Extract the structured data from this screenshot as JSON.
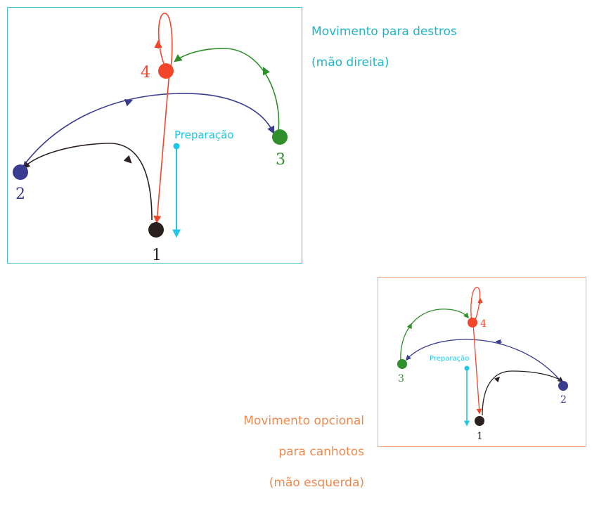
{
  "colors": {
    "frame_right": "#3fc3d0",
    "frame_left": "#f3a978",
    "beat1": "#2b2020",
    "beat2": "#3a3d8f",
    "beat3": "#2f8f2a",
    "beat4": "#f2452a",
    "preparation": "#1ec6e3",
    "caption_right": "#22b5c5",
    "caption_left": "#ee8a4e"
  },
  "right_hand": {
    "caption_line1": "Movimento para destros",
    "caption_line2": "(mão direita)",
    "label_1": "1",
    "label_2": "2",
    "label_3": "3",
    "label_4": "4",
    "preparation": "Preparação"
  },
  "left_hand": {
    "caption_line1": "Movimento opcional",
    "caption_line2": "para canhotos",
    "caption_line3": "(mão esquerda)",
    "label_1": "1",
    "label_2": "2",
    "label_3": "3",
    "label_4": "4",
    "preparation": "Preparação"
  }
}
